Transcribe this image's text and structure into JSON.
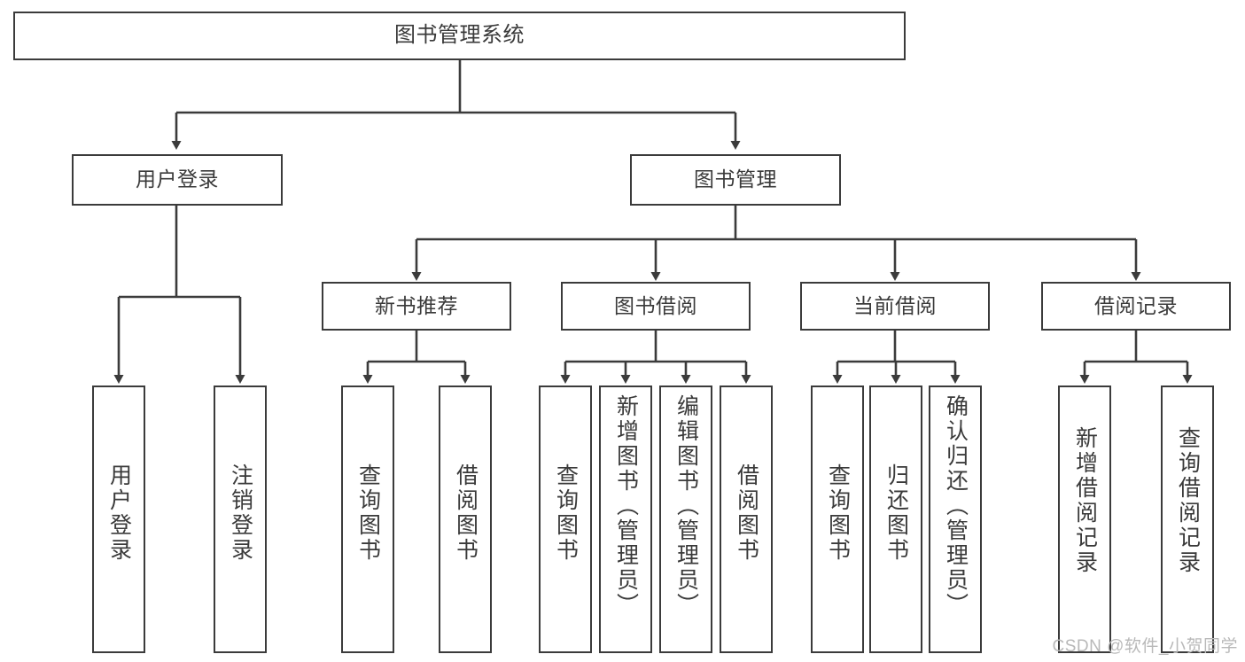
{
  "diagram": {
    "title": "图书管理系统",
    "type": "tree-hierarchy",
    "watermark": "CSDN @软件_小贺同学",
    "colors": {
      "box_border": "#3b3b3b",
      "box_fill": "#ffffff",
      "text": "#3a3a3a",
      "edge": "#3b3b3b",
      "watermark": "#b9b9b9",
      "background": "#ffffff"
    },
    "nodes": {
      "root": {
        "label": "图书管理系统"
      },
      "level1": [
        {
          "id": "user-login",
          "label": "用户登录"
        },
        {
          "id": "book-manage",
          "label": "图书管理"
        }
      ],
      "level2": [
        {
          "id": "new-book-recommend",
          "label": "新书推荐",
          "parent": "book-manage"
        },
        {
          "id": "book-borrow",
          "label": "图书借阅",
          "parent": "book-manage"
        },
        {
          "id": "current-borrow",
          "label": "当前借阅",
          "parent": "book-manage"
        },
        {
          "id": "borrow-record",
          "label": "借阅记录",
          "parent": "book-manage"
        }
      ],
      "leaves": {
        "user-login": [
          {
            "id": "leaf-user-login",
            "label": "用户登录"
          },
          {
            "id": "leaf-logout-login",
            "label": "注销登录"
          }
        ],
        "new-book-recommend": [
          {
            "id": "leaf-query-book-1",
            "label": "查询图书"
          },
          {
            "id": "leaf-borrow-book-1",
            "label": "借阅图书"
          }
        ],
        "book-borrow": [
          {
            "id": "leaf-query-book-2",
            "label": "查询图书"
          },
          {
            "id": "leaf-add-book",
            "label": "新增图书（管理员）"
          },
          {
            "id": "leaf-edit-book",
            "label": "编辑图书（管理员）"
          },
          {
            "id": "leaf-borrow-book-2",
            "label": "借阅图书"
          }
        ],
        "current-borrow": [
          {
            "id": "leaf-query-book-3",
            "label": "查询图书"
          },
          {
            "id": "leaf-return-book",
            "label": "归还图书"
          },
          {
            "id": "leaf-confirm-return",
            "label": "确认归还（管理员）"
          }
        ],
        "borrow-record": [
          {
            "id": "leaf-add-record",
            "label": "新增借阅记录"
          },
          {
            "id": "leaf-query-record",
            "label": "查询借阅记录"
          }
        ]
      }
    }
  }
}
